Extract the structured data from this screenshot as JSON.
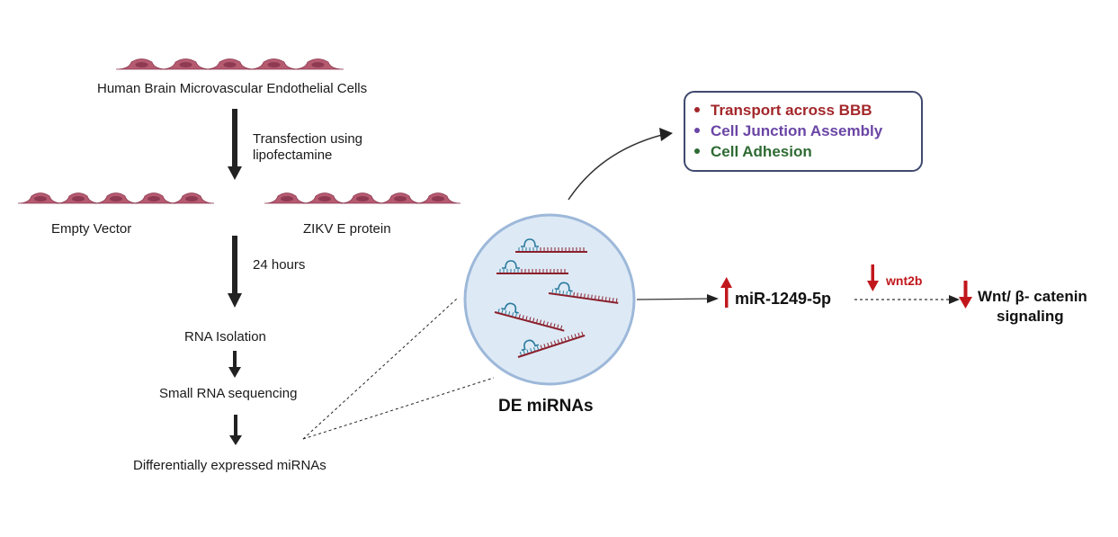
{
  "cells_label": "Human Brain Microvascular Endothelial Cells",
  "step1_label_line1": "Transfection using",
  "step1_label_line2": "lipofectamine",
  "empty_vector_label": "Empty Vector",
  "zikv_label": "ZIKV E protein",
  "step2_label": "24 hours",
  "rna_isolation_label": "RNA Isolation",
  "sequencing_label": "Small RNA sequencing",
  "de_label": "Differentially expressed miRNAs",
  "de_mirnas_label": "DE miRNAs",
  "legend": {
    "items": [
      {
        "text": "Transport across BBB",
        "color": "#a3272b"
      },
      {
        "text": "Cell Junction Assembly",
        "color": "#6a45a5"
      },
      {
        "text": "Cell Adhesion",
        "color": "#2e6b33"
      }
    ]
  },
  "mirna_label": "miR-1249-5p",
  "wnt2b_label": "wnt2b",
  "wnt_label_line1": "Wnt/ β- catenin",
  "wnt_label_line2": "signaling",
  "colors": {
    "cell_fill": "#b65a70",
    "cell_nucleus": "#8d3a52",
    "arrow_red": "#c1171c",
    "circle_fill": "#ddeaf6",
    "circle_stroke": "#9db8d9",
    "rna_strand": "#8b1f2c",
    "rna_loop": "#2a7a9c"
  }
}
